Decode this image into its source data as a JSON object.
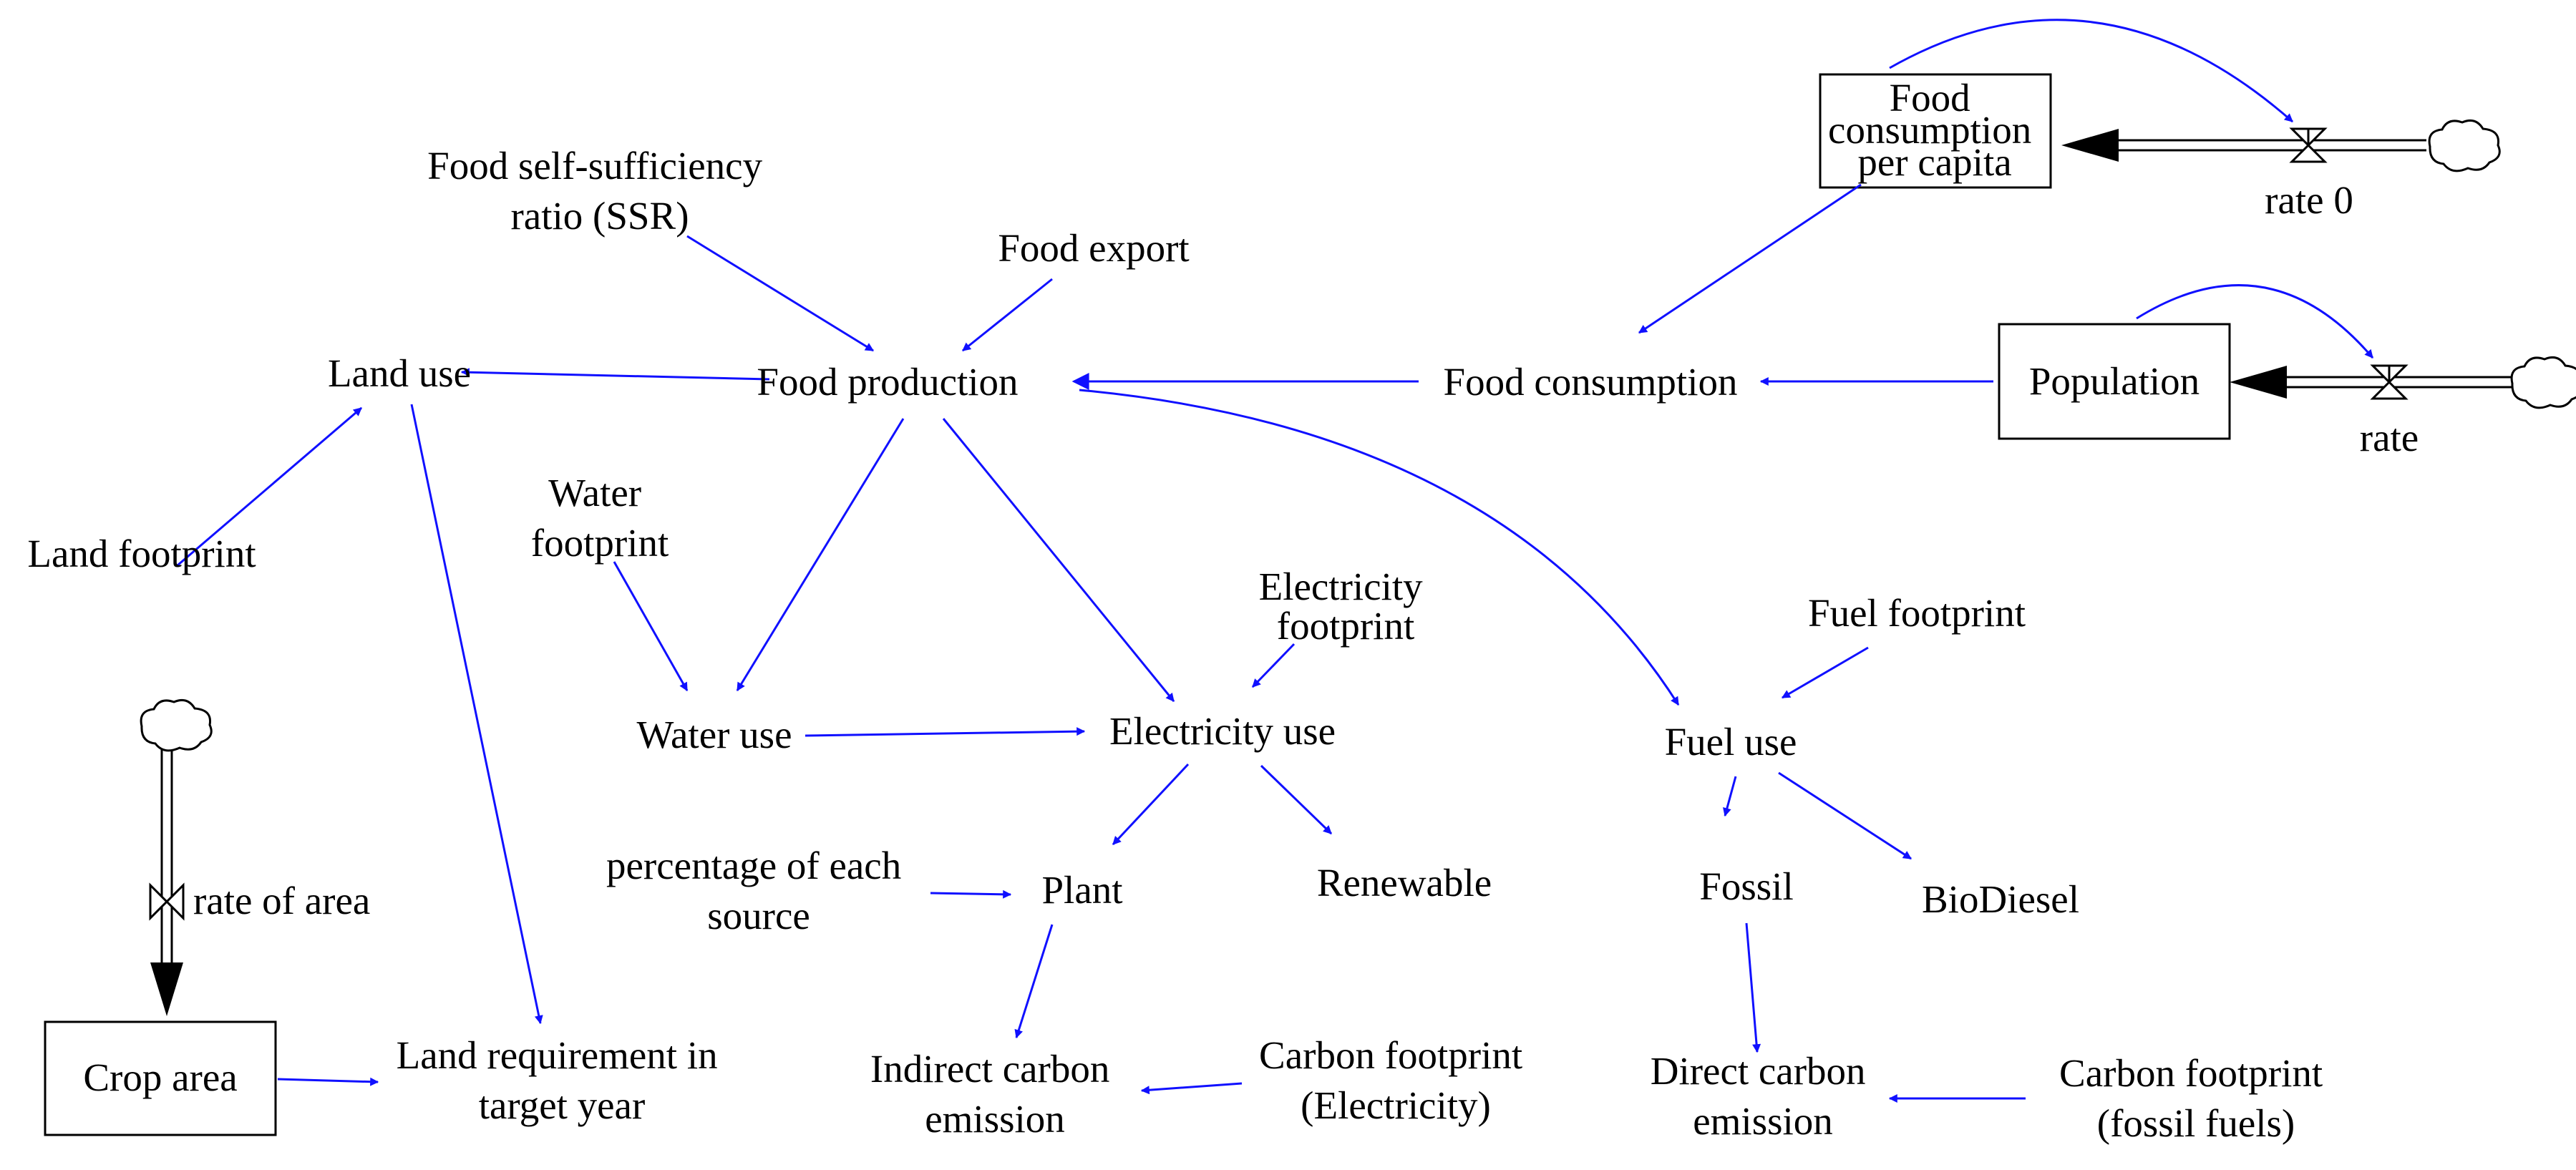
{
  "colors": {
    "link": "#1010ff",
    "flow": "#000000",
    "background": "#ffffff"
  },
  "stocks": {
    "food_consumption_per_capita": [
      "Food",
      "consumption",
      "per capita"
    ],
    "population": "Population",
    "crop_area": "Crop area"
  },
  "flows": {
    "rate_0": "rate 0",
    "rate": "rate",
    "rate_of_area": "rate of area"
  },
  "variables": {
    "food_ssr": [
      "Food self-sufficiency",
      "ratio (SSR)"
    ],
    "food_export": "Food export",
    "land_use": "Land use",
    "food_production": "Food production",
    "food_consumption": "Food consumption",
    "land_footprint": "Land footprint",
    "water_footprint": [
      "Water",
      "footprint"
    ],
    "electricity_footprint": [
      "Electricity",
      "footprint"
    ],
    "fuel_footprint": "Fuel footprint",
    "water_use": "Water use",
    "electricity_use": "Electricity use",
    "fuel_use": "Fuel use",
    "percentage_each_source": [
      "percentage of each",
      "source"
    ],
    "plant": "Plant",
    "renewable": "Renewable",
    "fossil": "Fossil",
    "biodiesel": "BioDiesel",
    "land_requirement": [
      "Land requirement in",
      "target year"
    ],
    "indirect_carbon": [
      "Indirect carbon",
      "emission"
    ],
    "carbon_footprint_electricity": [
      "Carbon footprint",
      "(Electricity)"
    ],
    "direct_carbon": [
      "Direct carbon",
      "emission"
    ],
    "carbon_footprint_fossil": [
      "Carbon footprint",
      "(fossil fuels)"
    ]
  }
}
